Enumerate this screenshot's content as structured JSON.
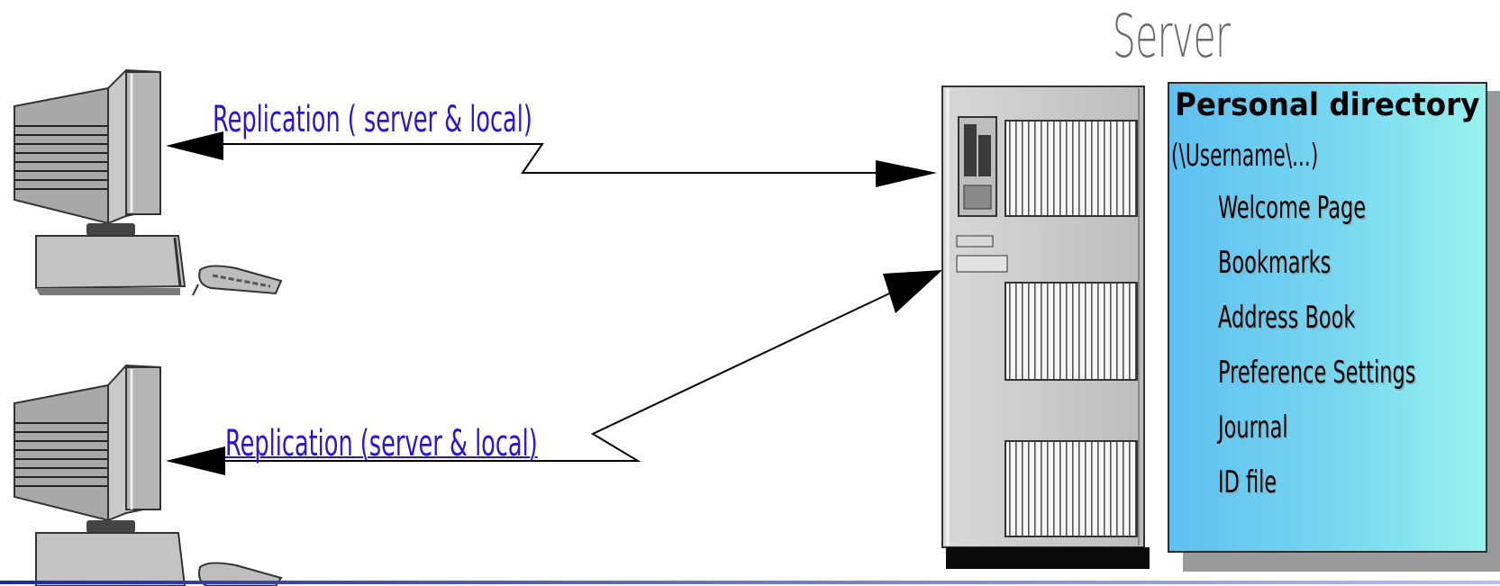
{
  "title": "Server",
  "links": {
    "top": "Replication ( server & local)",
    "bottom": "Replication (server & local)"
  },
  "panel": {
    "heading": "Personal directory",
    "path": "(\\Username\\...)",
    "items": [
      "Welcome Page",
      "Bookmarks",
      "Address Book",
      "Preference Settings",
      "Journal",
      "ID file"
    ]
  },
  "colors": {
    "link": "#2a12e0",
    "title": "#6a6a6a",
    "panel_from": "#5ec0f0",
    "panel_to": "#98f2ee",
    "device_gray": "#c4c4c4"
  }
}
